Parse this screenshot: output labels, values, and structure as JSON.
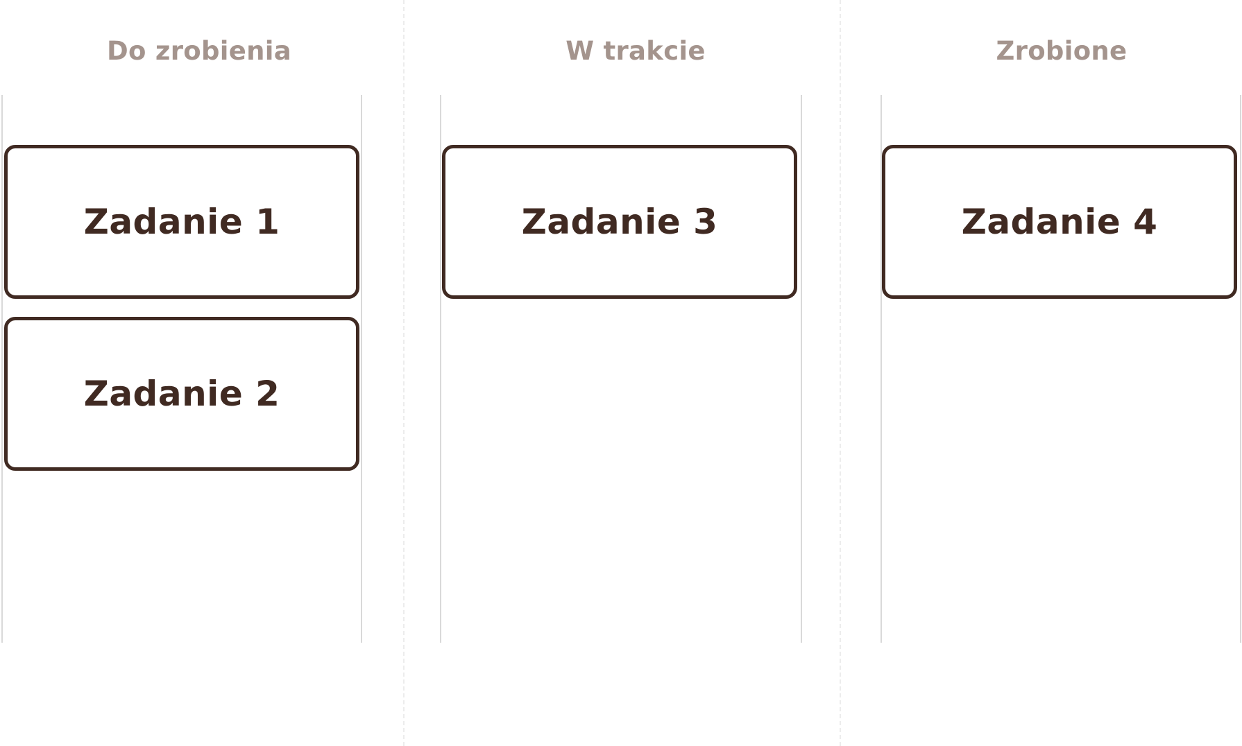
{
  "board": {
    "columns": [
      {
        "title": "Do zrobienia",
        "cards": [
          {
            "label": "Zadanie 1"
          },
          {
            "label": "Zadanie 2"
          }
        ]
      },
      {
        "title": "W trakcie",
        "cards": [
          {
            "label": "Zadanie 3"
          }
        ]
      },
      {
        "title": "Zrobione",
        "cards": [
          {
            "label": "Zadanie 4"
          }
        ]
      }
    ]
  },
  "colors": {
    "card_border": "#402a22",
    "card_text": "#402a22",
    "column_title": "#a4948d",
    "lane_border": "#d9d9d9",
    "divider": "#ececec",
    "background": "#ffffff"
  }
}
